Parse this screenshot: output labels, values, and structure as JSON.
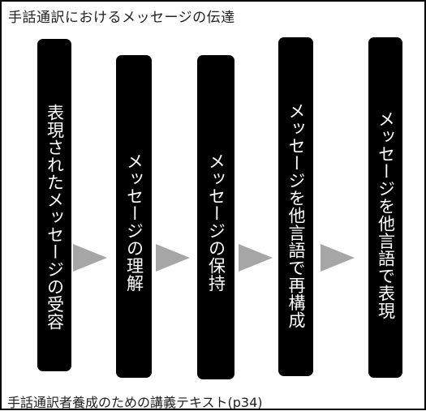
{
  "title": "手話通訳におけるメッセージの伝達",
  "caption": "手話通訳者養成のための講義テキスト(p34)",
  "steps": [
    "表現されたメッセージの受容",
    "メッセージの理解",
    "メッセージの保持",
    "メッセージを他言語で再構成",
    "メッセージを他言語で表現"
  ],
  "colors": {
    "bar": "#000000",
    "bar_text": "#ffffff",
    "arrow": "#a6a6a6",
    "border": "#000000"
  }
}
